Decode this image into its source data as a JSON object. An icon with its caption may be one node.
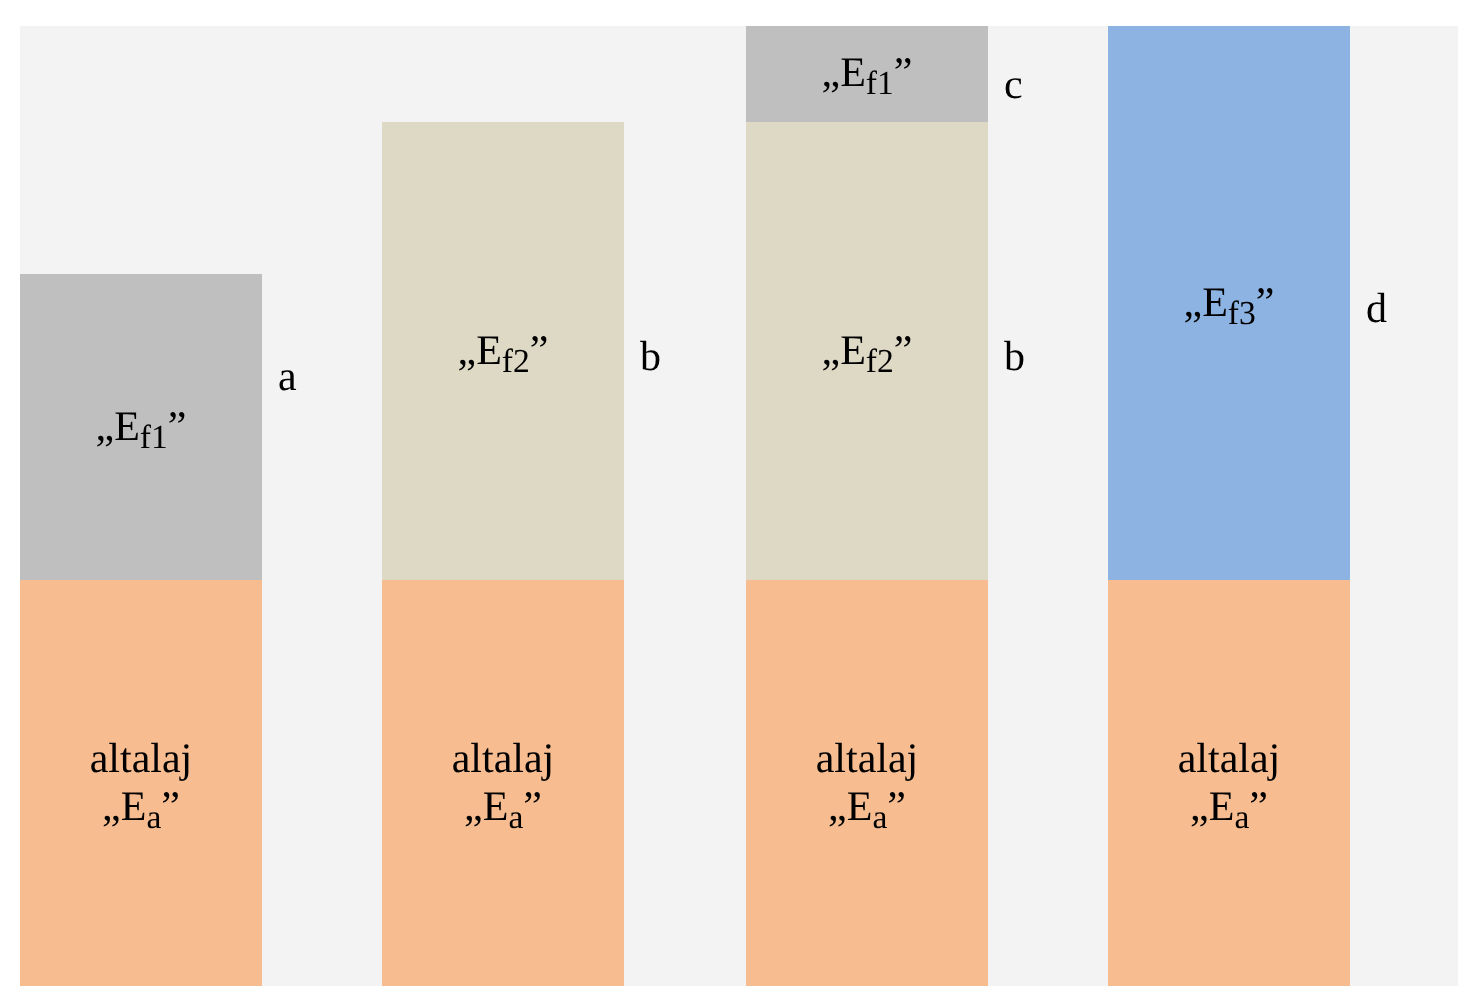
{
  "diagram": {
    "nodes": [
      {
        "text": [
          "„E$_{f1}$”"
        ],
        "beside": [
          "a"
        ]
      },
      {
        "text": [
          "altalaj „E$_{a}$”"
        ]
      },
      {
        "text": [
          "„E$_{f2}$”"
        ],
        "beside": [
          "b"
        ]
      },
      {
        "text": [
          "altalaj „E$_{a}$”"
        ]
      },
      {
        "text": [
          "„E$_{f1}$”"
        ],
        "beside": [
          "c"
        ]
      },
      {
        "text": [
          "„E$_{f2}$”"
        ],
        "beside": [
          "b"
        ]
      },
      {
        "text": [
          "altalaj „E$_{a}$”"
        ]
      },
      {
        "text": [
          "„E$_{f3}$”"
        ],
        "beside": [
          "d"
        ]
      },
      {
        "text": [
          "altalaj „E$_{a}$”"
        ]
      }
    ]
  }
}
